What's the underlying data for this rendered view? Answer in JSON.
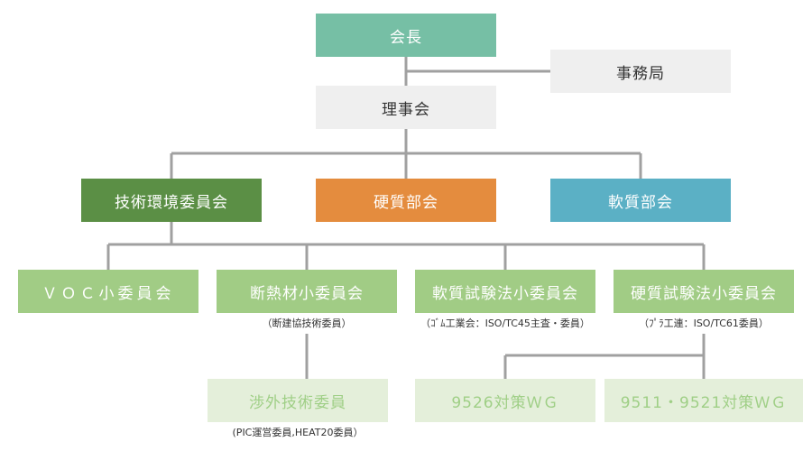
{
  "nodes": {
    "chairman": "会長",
    "secretariat": "事務局",
    "board": "理事会",
    "tech_env": "技術環境委員会",
    "hard": "硬質部会",
    "soft": "軟質部会",
    "voc": "ＶＯＣ小委員会",
    "insulation": "断熱材小委員会",
    "soft_test": "軟質試験法小委員会",
    "hard_test": "硬質試験法小委員会",
    "external": "渉外技術委員",
    "wg9526": "9526対策ＷＧ",
    "wg9511": "9511・9521対策ＷＧ"
  },
  "notes": {
    "insulation": "（断建協技術委員）",
    "soft_test": "（ｺﾞﾑ工業会：ISO/TC45主査・委員）",
    "hard_test": "（ﾌﾟﾗ工連：ISO/TC61委員）",
    "external": "(PIC運営委員,HEAT20委員）"
  },
  "colors": {
    "teal": "#76bfa5",
    "gray": "#efefef",
    "dark_green": "#5b8f45",
    "orange": "#e48c3e",
    "blue": "#5bb0c5",
    "light_green": "#a1cc85",
    "pale_green": "#e4efda",
    "line": "#a0a0a0"
  }
}
